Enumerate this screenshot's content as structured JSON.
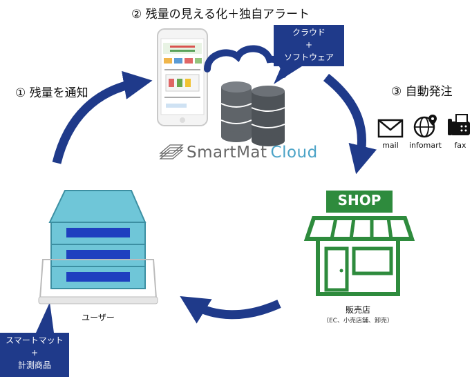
{
  "steps": {
    "step2": "② 残量の見える化＋独自アラート",
    "step1": "① 残量を通知",
    "step3": "③ 自動発注"
  },
  "cloud_callout": [
    "クラウド",
    "+",
    "ソフトウェア"
  ],
  "brand": {
    "smartmat": "SmartMat",
    "cloud": "Cloud"
  },
  "order_channels": [
    {
      "label": "mail",
      "icon": "mail-icon"
    },
    {
      "label": "infomart",
      "icon": "globe-pin-icon"
    },
    {
      "label": "fax",
      "icon": "fax-icon"
    }
  ],
  "shop": {
    "sign": "SHOP",
    "title": "販売店",
    "subtitle": "（EC、小売店舗、卸売）"
  },
  "user": {
    "label": "ユーザー"
  },
  "device_callout": [
    "スマートマット",
    "+",
    "計測商品"
  ],
  "colors": {
    "arrow": "#1f3a8a",
    "shop_green": "#2e8b3d",
    "scale_blue": "#6fc6d8",
    "db_gray": "#5f6469"
  }
}
